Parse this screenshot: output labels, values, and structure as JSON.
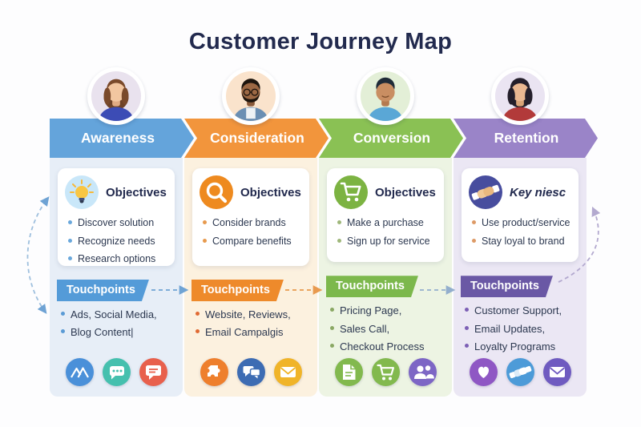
{
  "title": "Customer Journey Map",
  "stages": [
    {
      "name": "Awareness",
      "avatar": "woman-brown-hair-avatar",
      "card_icon": "lightbulb-icon",
      "card_title": "Objectives",
      "objectives": [
        "Discover solution",
        "Recognize needs",
        "Research options"
      ],
      "touchpoints_label": "Touchpoints",
      "touchpoints": [
        "Ads, Social Media,",
        "Blog Content|"
      ],
      "channel_icons": [
        "mountains-icon",
        "speech-bubble-icon",
        "chat-message-icon"
      ],
      "colors": {
        "banner": "#64a4db",
        "panel": "#e7eef7",
        "label": "#549bd8",
        "objective_dot": "#6aa8dc",
        "touchpoint_dot": "#5b9bd5",
        "icon_circle": "#c9e7f9",
        "channels": [
          "#4a90d9",
          "#45c0ae",
          "#e8604c"
        ]
      }
    },
    {
      "name": "Consideration",
      "avatar": "man-glasses-beard-avatar",
      "card_icon": "magnifier-icon",
      "card_title": "Objectives",
      "objectives": [
        "Consider brands",
        "Compare benefits"
      ],
      "touchpoints_label": "Touchpoints",
      "touchpoints": [
        "Website, Reviews,",
        "Email Campalgis"
      ],
      "channel_icons": [
        "puzzle-icon",
        "chat-bubbles-icon",
        "envelope-icon"
      ],
      "colors": {
        "banner": "#f2953c",
        "panel": "#fcf1df",
        "label": "#ee8a2b",
        "objective_dot": "#e79a4e",
        "touchpoint_dot": "#e06a33",
        "icon_circle": "#ee8a1f",
        "channels": [
          "#ee7f2d",
          "#3d6cb3",
          "#f0b429"
        ]
      }
    },
    {
      "name": "Conversion",
      "avatar": "man-smiling-avatar",
      "card_icon": "cart-icon",
      "card_title": "Objectives",
      "objectives": [
        "Make a purchase",
        "Sign up for service"
      ],
      "touchpoints_label": "Touchpoints",
      "touchpoints": [
        "Pricing Page,",
        "Sales Call,",
        "Checkout Process"
      ],
      "channel_icons": [
        "flyer-icon",
        "cart-icon",
        "people-icon"
      ],
      "colors": {
        "banner": "#8ac154",
        "panel": "#edf4e3",
        "label": "#7cb84c",
        "objective_dot": "#9fb77a",
        "touchpoint_dot": "#8aa864",
        "icon_circle": "#7cb342",
        "channels": [
          "#82b94e",
          "#82b94e",
          "#7d66c5"
        ]
      }
    },
    {
      "name": "Retention",
      "avatar": "woman-dark-hair-avatar",
      "card_icon": "handshake-icon",
      "card_title": "Key niesc",
      "objectives": [
        "Use product/service",
        "Stay loyal to brand"
      ],
      "touchpoints_label": "Touchpoints",
      "touchpoints": [
        "Customer Support,",
        "Email Updates,",
        "Loyalty Programs"
      ],
      "channel_icons": [
        "heart-icon",
        "handshake-icon",
        "envelope-icon"
      ],
      "colors": {
        "banner": "#9a84c8",
        "panel": "#ebe7f4",
        "label": "#6a58a5",
        "objective_dot": "#dd9a66",
        "touchpoint_dot": "#7c5fb5",
        "icon_circle": "#474d9e",
        "channels": [
          "#8f57c4",
          "#4d9bd8",
          "#6f5bc0"
        ]
      }
    }
  ],
  "connectors": {
    "left_arc_color": "#9fc0de",
    "arrow_1_color": "#6fa3d4",
    "arrow_2_color": "#e89a4f",
    "arrow_3_color": "#93aecd",
    "right_arc_color": "#b3a9cf"
  }
}
